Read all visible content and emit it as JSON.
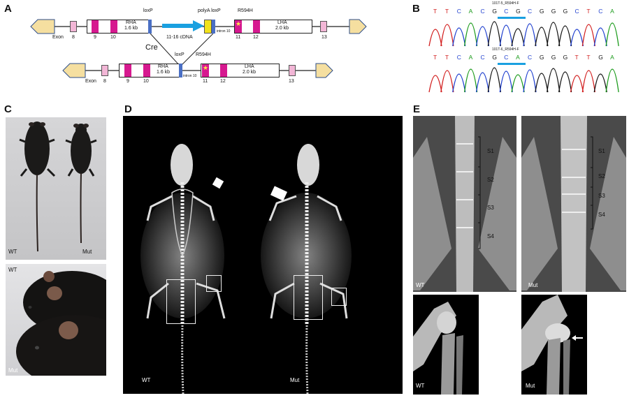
{
  "panels": {
    "A": "A",
    "B": "B",
    "C": "C",
    "D": "D",
    "E": "E"
  },
  "panel_a": {
    "top": {
      "exon_word": "Exon",
      "exon_8": "8",
      "exon_9": "9",
      "exon_10": "10",
      "rha_name": "RHA",
      "rha_size": "1.6 kb",
      "loxp_left": "loxP",
      "polya_loxp": "polyA loxP",
      "r594h": "R594H",
      "cdna": "11-16 cDNA",
      "intron": "intron 10",
      "exon_11": "11",
      "exon_12": "12",
      "lha_name": "LHA",
      "lha_size": "2.0 kb",
      "exon_13": "13"
    },
    "cre": "Cre",
    "bottom": {
      "loxp": "loxP",
      "r594h": "R594H",
      "exon_word": "Exon",
      "exon_8": "8",
      "exon_9": "9",
      "exon_10": "10",
      "rha_name": "RHA",
      "rha_size": "1.6 kb",
      "intron": "intron 10",
      "exon_11": "11",
      "exon_12": "12",
      "lha_name": "LHA",
      "lha_size": "2.0 kb",
      "exon_13": "13"
    }
  },
  "panel_b": {
    "trace1": {
      "label": "101T-5_R594H-F",
      "bases": [
        "T",
        "T",
        "C",
        "A",
        "C",
        "G",
        "C",
        "G",
        "C",
        "G",
        "G",
        "G",
        "C",
        "T",
        "C",
        "A"
      ],
      "colors": {
        "A": "#1a9a1a",
        "C": "#1f3fcf",
        "G": "#111111",
        "T": "#d21e1e"
      }
    },
    "trace2": {
      "label": "101T-6_R594H-F",
      "bases": [
        "T",
        "T",
        "C",
        "A",
        "C",
        "G",
        "C",
        "A",
        "C",
        "G",
        "G",
        "G",
        "T",
        "T",
        "G",
        "A"
      ]
    },
    "highlight_color": "#1aa0e0"
  },
  "panel_c": {
    "top_wt": "WT",
    "top_mut": "Mut",
    "bottom_wt": "WT",
    "bottom_mut": "Mut"
  },
  "panel_d": {
    "wt": "WT",
    "mut": "Mut"
  },
  "panel_e": {
    "wt_spine": "WT",
    "mut_spine": "Mut",
    "wt_knee": "WT",
    "mut_knee": "Mut",
    "wt_segments": [
      "S1",
      "S2",
      "S3",
      "S4"
    ],
    "mut_segments": [
      "S1",
      "S2",
      "S3",
      "S4"
    ]
  }
}
